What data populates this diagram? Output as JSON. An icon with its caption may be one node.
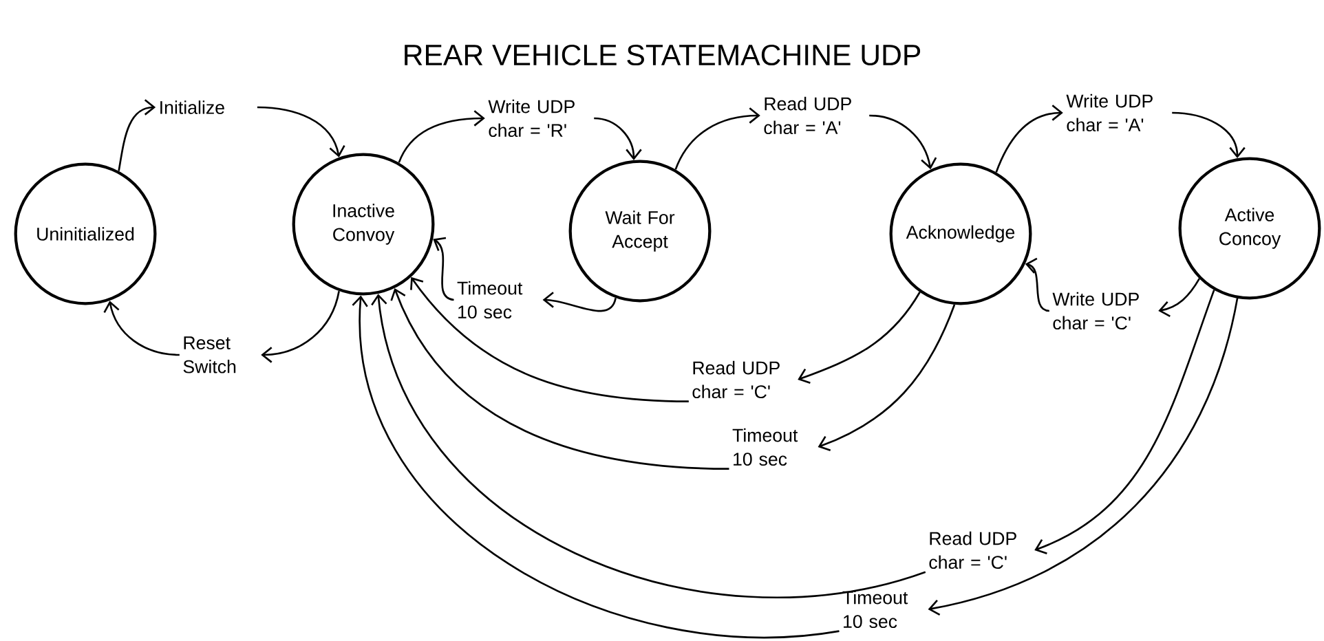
{
  "diagram": {
    "title": "REAR VEHICLE STATEMACHINE UDP",
    "nodes": [
      {
        "text": [
          "Uninitialized"
        ]
      },
      {
        "text": [
          "Inactive Convoy"
        ]
      },
      {
        "text": [
          "Wait For Accept"
        ]
      },
      {
        "text": [
          "Acknowledge"
        ]
      },
      {
        "text": [
          "Active Concoy"
        ]
      },
      {
        "text": [
          "Initialize"
        ]
      },
      {
        "text": [
          "Reset Switch"
        ]
      },
      {
        "text": [
          "Write UDP char = 'R'"
        ]
      },
      {
        "text": [
          "Timeout 10 sec"
        ]
      },
      {
        "text": [
          "Read UDP char = 'A'"
        ]
      },
      {
        "text": [
          "Write UDP char = 'A'"
        ]
      },
      {
        "text": [
          "Write UDP char = 'C'"
        ]
      },
      {
        "text": [
          "Read UDP char = 'C'"
        ]
      },
      {
        "text": [
          "Timeout 10 sec"
        ]
      },
      {
        "text": [
          "Read UDP char = 'C'"
        ]
      },
      {
        "text": [
          "Timeout 10 sec"
        ]
      }
    ],
    "edges": [
      {
        "from": 0,
        "to": 5,
        "arrow": "to"
      },
      {
        "from": 5,
        "to": 1,
        "arrow": "to"
      },
      {
        "from": 1,
        "to": 6,
        "arrow": "to"
      },
      {
        "from": 6,
        "to": 0,
        "arrow": "to"
      },
      {
        "from": 1,
        "to": 7,
        "arrow": "to"
      },
      {
        "from": 7,
        "to": 2,
        "arrow": "to"
      },
      {
        "from": 2,
        "to": 8,
        "arrow": "to"
      },
      {
        "from": 8,
        "to": 1,
        "arrow": "to"
      },
      {
        "from": 2,
        "to": 9,
        "arrow": "to"
      },
      {
        "from": 9,
        "to": 3,
        "arrow": "to"
      },
      {
        "from": 3,
        "to": 10,
        "arrow": "to"
      },
      {
        "from": 10,
        "to": 4,
        "arrow": "to"
      },
      {
        "from": 4,
        "to": 11,
        "arrow": "to"
      },
      {
        "from": 11,
        "to": 3,
        "arrow": "to"
      },
      {
        "from": 3,
        "to": 12,
        "arrow": "to"
      },
      {
        "from": 12,
        "to": 1,
        "arrow": "to"
      },
      {
        "from": 3,
        "to": 13,
        "arrow": "to"
      },
      {
        "from": 13,
        "to": 1,
        "arrow": "to"
      },
      {
        "from": 4,
        "to": 14,
        "arrow": "to"
      },
      {
        "from": 14,
        "to": 1,
        "arrow": "to"
      },
      {
        "from": 4,
        "to": 15,
        "arrow": "to"
      },
      {
        "from": 15,
        "to": 1,
        "arrow": "to"
      }
    ]
  }
}
